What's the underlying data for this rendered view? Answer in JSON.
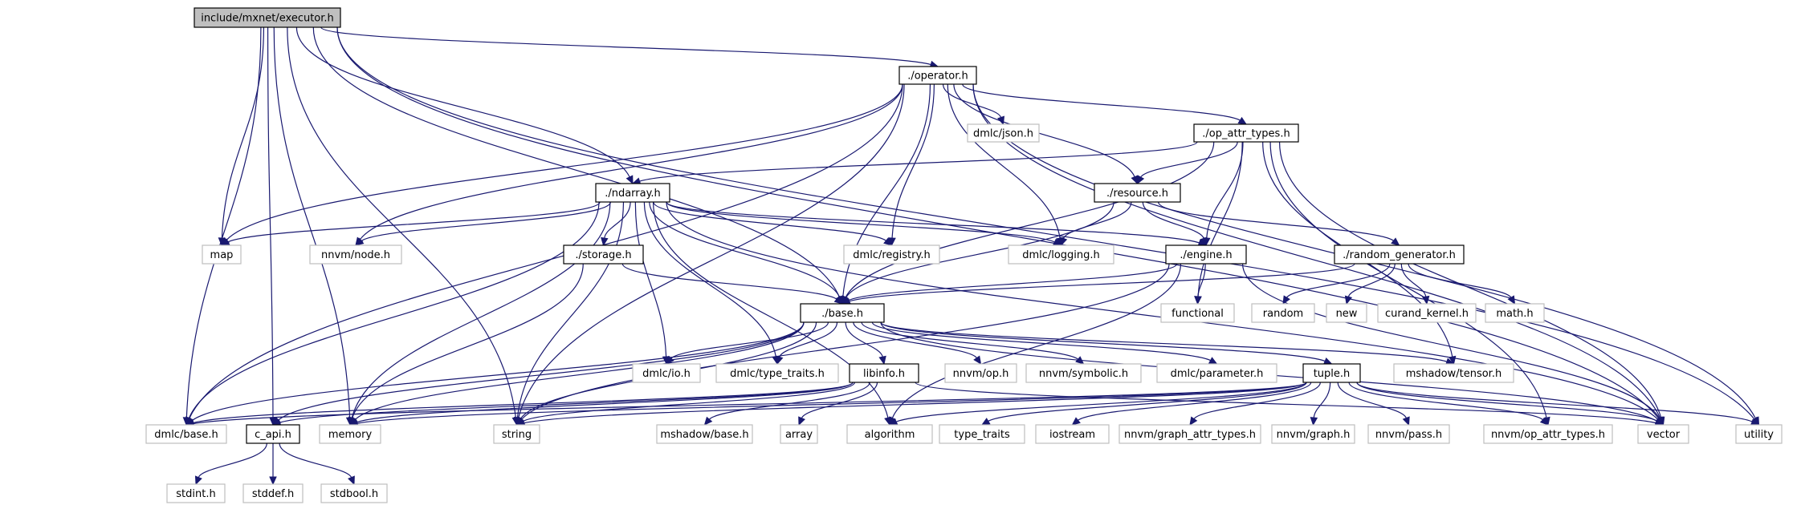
{
  "graph": {
    "title": "include/mxnet/executor.h include dependency graph",
    "colors": {
      "edge": "#191970",
      "root_fill": "#bfbfbf",
      "local_border": "#000000",
      "external_border": "#bfbfbf"
    },
    "nodes": [
      {
        "id": "executor",
        "label": "include/mxnet/executor.h",
        "kind": "root"
      },
      {
        "id": "operator",
        "label": "./operator.h",
        "kind": "local"
      },
      {
        "id": "json",
        "label": "dmlc/json.h",
        "kind": "external"
      },
      {
        "id": "opattr",
        "label": "./op_attr_types.h",
        "kind": "local"
      },
      {
        "id": "ndarray",
        "label": "./ndarray.h",
        "kind": "local"
      },
      {
        "id": "resource",
        "label": "./resource.h",
        "kind": "local"
      },
      {
        "id": "map",
        "label": "map",
        "kind": "external"
      },
      {
        "id": "nnvmnode",
        "label": "nnvm/node.h",
        "kind": "external"
      },
      {
        "id": "storage",
        "label": "./storage.h",
        "kind": "local"
      },
      {
        "id": "registry",
        "label": "dmlc/registry.h",
        "kind": "external"
      },
      {
        "id": "logging",
        "label": "dmlc/logging.h",
        "kind": "external"
      },
      {
        "id": "engine",
        "label": "./engine.h",
        "kind": "local"
      },
      {
        "id": "randgen",
        "label": "./random_generator.h",
        "kind": "local"
      },
      {
        "id": "base",
        "label": "./base.h",
        "kind": "local"
      },
      {
        "id": "functional",
        "label": "functional",
        "kind": "external"
      },
      {
        "id": "random",
        "label": "random",
        "kind": "external"
      },
      {
        "id": "new",
        "label": "new",
        "kind": "external"
      },
      {
        "id": "curand",
        "label": "curand_kernel.h",
        "kind": "external"
      },
      {
        "id": "math",
        "label": "math.h",
        "kind": "external"
      },
      {
        "id": "dmlcio",
        "label": "dmlc/io.h",
        "kind": "external"
      },
      {
        "id": "typetraitsd",
        "label": "dmlc/type_traits.h",
        "kind": "external"
      },
      {
        "id": "libinfo",
        "label": "libinfo.h",
        "kind": "local"
      },
      {
        "id": "nnvmop",
        "label": "nnvm/op.h",
        "kind": "external"
      },
      {
        "id": "symbolic",
        "label": "nnvm/symbolic.h",
        "kind": "external"
      },
      {
        "id": "parameter",
        "label": "dmlc/parameter.h",
        "kind": "external"
      },
      {
        "id": "tuple",
        "label": "tuple.h",
        "kind": "local"
      },
      {
        "id": "tensor",
        "label": "mshadow/tensor.h",
        "kind": "external"
      },
      {
        "id": "dmlcbase",
        "label": "dmlc/base.h",
        "kind": "external"
      },
      {
        "id": "capi",
        "label": "c_api.h",
        "kind": "local"
      },
      {
        "id": "memory",
        "label": "memory",
        "kind": "external"
      },
      {
        "id": "string",
        "label": "string",
        "kind": "external"
      },
      {
        "id": "mshadowbase",
        "label": "mshadow/base.h",
        "kind": "external"
      },
      {
        "id": "array",
        "label": "array",
        "kind": "external"
      },
      {
        "id": "algorithm",
        "label": "algorithm",
        "kind": "external"
      },
      {
        "id": "typetraits",
        "label": "type_traits",
        "kind": "external"
      },
      {
        "id": "iostream",
        "label": "iostream",
        "kind": "external"
      },
      {
        "id": "graphattr",
        "label": "nnvm/graph_attr_types.h",
        "kind": "external"
      },
      {
        "id": "graph",
        "label": "nnvm/graph.h",
        "kind": "external"
      },
      {
        "id": "pass",
        "label": "nnvm/pass.h",
        "kind": "external"
      },
      {
        "id": "nnvmopattr",
        "label": "nnvm/op_attr_types.h",
        "kind": "external"
      },
      {
        "id": "vector",
        "label": "vector",
        "kind": "external"
      },
      {
        "id": "utility",
        "label": "utility",
        "kind": "external"
      },
      {
        "id": "stdint",
        "label": "stdint.h",
        "kind": "external"
      },
      {
        "id": "stddef",
        "label": "stddef.h",
        "kind": "external"
      },
      {
        "id": "stdbool",
        "label": "stdbool.h",
        "kind": "external"
      }
    ],
    "edges": [
      [
        "executor",
        "operator"
      ],
      [
        "executor",
        "ndarray"
      ],
      [
        "executor",
        "base"
      ],
      [
        "executor",
        "map"
      ],
      [
        "executor",
        "dmlcbase"
      ],
      [
        "executor",
        "capi"
      ],
      [
        "executor",
        "memory"
      ],
      [
        "executor",
        "string"
      ],
      [
        "executor",
        "vector"
      ],
      [
        "executor",
        "utility"
      ],
      [
        "operator",
        "json"
      ],
      [
        "operator",
        "opattr"
      ],
      [
        "operator",
        "resource"
      ],
      [
        "operator",
        "registry"
      ],
      [
        "operator",
        "logging"
      ],
      [
        "operator",
        "base"
      ],
      [
        "operator",
        "map"
      ],
      [
        "operator",
        "nnvmnode"
      ],
      [
        "operator",
        "string"
      ],
      [
        "operator",
        "dmlcbase"
      ],
      [
        "operator",
        "vector"
      ],
      [
        "operator",
        "utility"
      ],
      [
        "opattr",
        "ndarray"
      ],
      [
        "opattr",
        "resource"
      ],
      [
        "opattr",
        "engine"
      ],
      [
        "opattr",
        "base"
      ],
      [
        "opattr",
        "functional"
      ],
      [
        "opattr",
        "tensor"
      ],
      [
        "opattr",
        "nnvmopattr"
      ],
      [
        "opattr",
        "vector"
      ],
      [
        "ndarray",
        "map"
      ],
      [
        "ndarray",
        "nnvmnode"
      ],
      [
        "ndarray",
        "storage"
      ],
      [
        "ndarray",
        "registry"
      ],
      [
        "ndarray",
        "logging"
      ],
      [
        "ndarray",
        "engine"
      ],
      [
        "ndarray",
        "base"
      ],
      [
        "ndarray",
        "dmlcio"
      ],
      [
        "ndarray",
        "typetraitsd"
      ],
      [
        "ndarray",
        "memory"
      ],
      [
        "ndarray",
        "string"
      ],
      [
        "ndarray",
        "algorithm"
      ],
      [
        "ndarray",
        "dmlcbase"
      ],
      [
        "ndarray",
        "vector"
      ],
      [
        "resource",
        "logging"
      ],
      [
        "resource",
        "engine"
      ],
      [
        "resource",
        "randgen"
      ],
      [
        "resource",
        "base"
      ],
      [
        "storage",
        "base"
      ],
      [
        "storage",
        "memory"
      ],
      [
        "engine",
        "base"
      ],
      [
        "engine",
        "functional"
      ],
      [
        "engine",
        "vector"
      ],
      [
        "engine",
        "algorithm"
      ],
      [
        "engine",
        "string"
      ],
      [
        "randgen",
        "base"
      ],
      [
        "randgen",
        "random"
      ],
      [
        "randgen",
        "new"
      ],
      [
        "randgen",
        "curand"
      ],
      [
        "randgen",
        "math"
      ],
      [
        "base",
        "dmlcio"
      ],
      [
        "base",
        "typetraitsd"
      ],
      [
        "base",
        "libinfo"
      ],
      [
        "base",
        "nnvmop"
      ],
      [
        "base",
        "symbolic"
      ],
      [
        "base",
        "parameter"
      ],
      [
        "base",
        "tuple"
      ],
      [
        "base",
        "tensor"
      ],
      [
        "base",
        "dmlcbase"
      ],
      [
        "base",
        "capi"
      ],
      [
        "base",
        "memory"
      ],
      [
        "base",
        "string"
      ],
      [
        "base",
        "vector"
      ],
      [
        "libinfo",
        "dmlcbase"
      ],
      [
        "libinfo",
        "memory"
      ],
      [
        "libinfo",
        "mshadowbase"
      ],
      [
        "libinfo",
        "array"
      ],
      [
        "libinfo",
        "capi"
      ],
      [
        "libinfo",
        "vector"
      ],
      [
        "libinfo",
        "string"
      ],
      [
        "tuple",
        "vector"
      ],
      [
        "tuple",
        "utility"
      ],
      [
        "tuple",
        "typetraits"
      ],
      [
        "tuple",
        "iostream"
      ],
      [
        "tuple",
        "algorithm"
      ],
      [
        "tuple",
        "string"
      ],
      [
        "tuple",
        "graphattr"
      ],
      [
        "tuple",
        "graph"
      ],
      [
        "tuple",
        "pass"
      ],
      [
        "tuple",
        "nnvmopattr"
      ],
      [
        "tuple",
        "memory"
      ],
      [
        "tuple",
        "dmlcbase"
      ],
      [
        "capi",
        "stdint"
      ],
      [
        "capi",
        "stddef"
      ],
      [
        "capi",
        "stdbool"
      ]
    ]
  }
}
